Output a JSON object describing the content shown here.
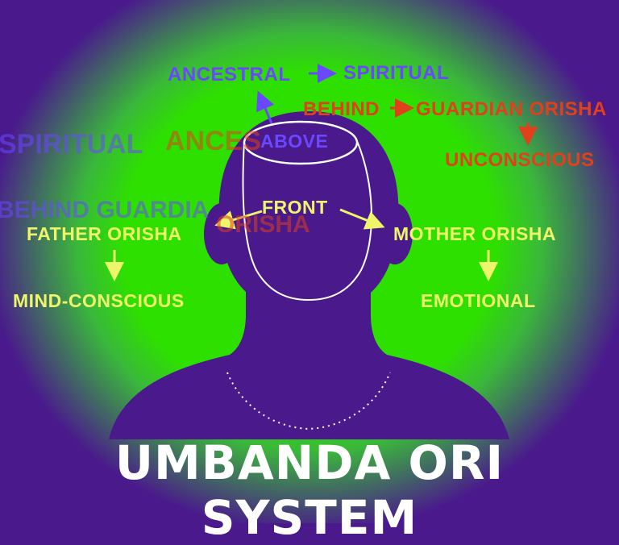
{
  "title": "UMBANDA ORI SYSTEM",
  "colors": {
    "background": "#4a1a8c",
    "glow": "#2ee000",
    "head": "#4a1a8c",
    "yellow_text": "#eef56a",
    "blue_text": "#6a48ff",
    "red_text": "#e0401a",
    "outline": "#ffffff"
  },
  "top_row": {
    "left": "ANCESTRAL",
    "right": "SPIRITUAL"
  },
  "above": "ABOVE",
  "behind_row": {
    "left": "BEHIND",
    "right": "GUARDIAN ORISHA"
  },
  "unconscious": "UNCONSCIOUS",
  "front": "FRONT",
  "left_side": {
    "orisha": "FATHER ORISHA",
    "aspect": "MIND-CONSCIOUS"
  },
  "right_side": {
    "orisha": "MOTHER ORISHA",
    "aspect": "EMOTIONAL"
  },
  "ghost_text": {
    "spiritual": "SPIRITUAL",
    "ancestral": "ANCES",
    "behind_guardian": "BEHIND GUARDIA",
    "orisha": "ORISHA"
  }
}
